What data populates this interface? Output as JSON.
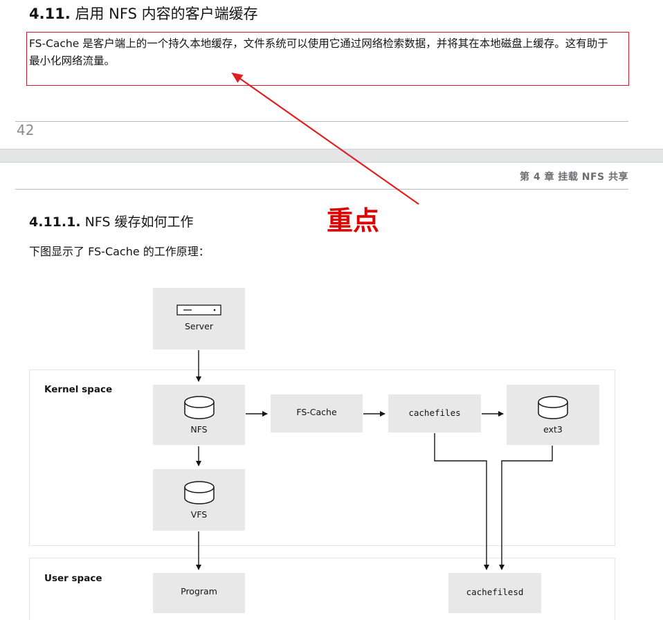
{
  "section": {
    "number": "4.11.",
    "title": "启用 NFS 内容的客户端缓存"
  },
  "highlight": {
    "text": "FS-Cache 是客户端上的一个持久本地缓存，文件系统可以使用它通过网络检索数据，并将其在本地磁盘上缓存。这有助于最小化网络流量。"
  },
  "page_number": "42",
  "chapter_header": "第 4 章 挂载 NFS 共享",
  "emphasis_label": "重点",
  "subsection": {
    "number": "4.11.1.",
    "title": "NFS 缓存如何工作"
  },
  "intro": "下图显示了 FS-Cache 的工作原理：",
  "diagram": {
    "regions": {
      "kernel": "Kernel space",
      "user": "User space"
    },
    "nodes": {
      "server": "Server",
      "nfs": "NFS",
      "vfs": "VFS",
      "program": "Program",
      "fscache": "FS-Cache",
      "cachefiles": "cachefiles",
      "ext3": "ext3",
      "cachefilesd": "cachefilesd"
    },
    "icons": {
      "server": "server-icon",
      "nfs": "disk-icon",
      "vfs": "disk-icon",
      "ext3": "disk-icon"
    }
  },
  "colors": {
    "accent_red": "#e00000",
    "box_border_red": "#d11a2a",
    "node_fill": "#e8e8e8"
  }
}
